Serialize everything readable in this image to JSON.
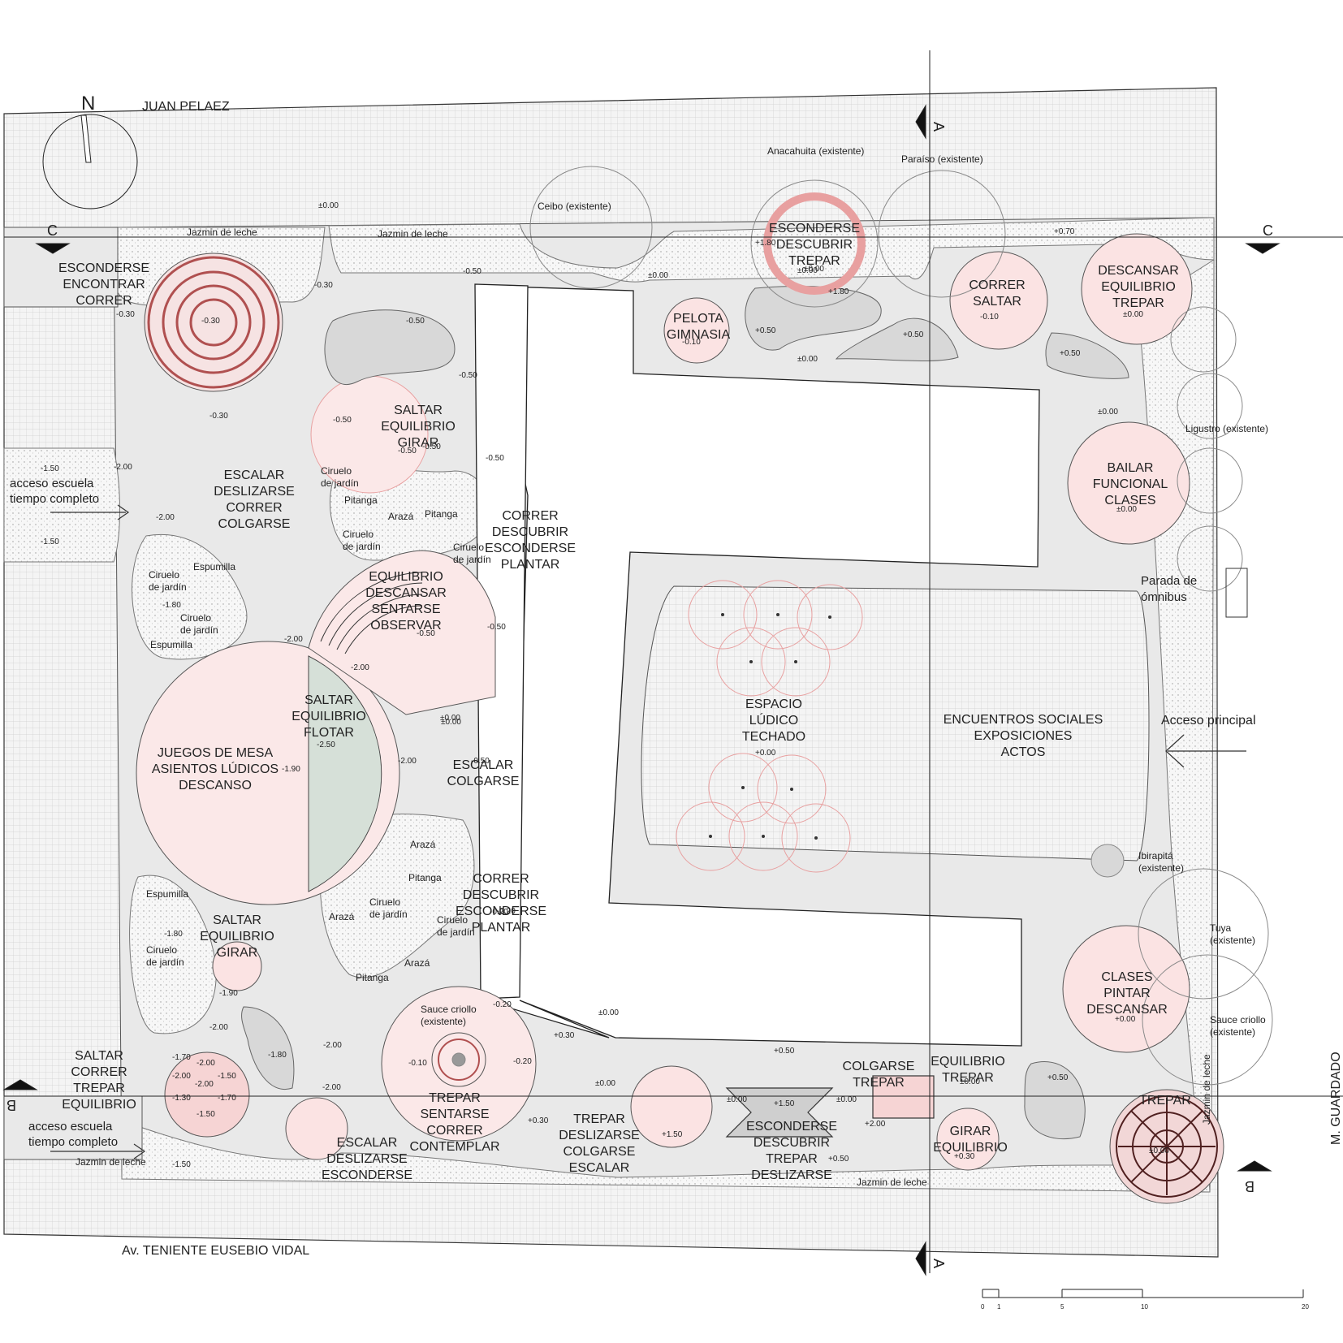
{
  "streets": {
    "north": "JUAN PELAEZ",
    "south": "Av. TENIENTE EUSEBIO VIDAL",
    "east": "M. GUARDADO"
  },
  "north_arrow": "N",
  "section_marks": {
    "a": "A",
    "b": "B",
    "c": "C"
  },
  "access_labels": {
    "school_1": [
      "acceso escuela",
      "tiempo completo"
    ],
    "school_2": [
      "acceso escuela",
      "tiempo completo"
    ],
    "main": "Acceso principal",
    "bus": [
      "Parada de",
      "ómnibus"
    ]
  },
  "activities": {
    "a1": [
      "ESCONDERSE",
      "ENCONTRAR",
      "CORRER"
    ],
    "a2": [
      "ESCALAR",
      "DESLIZARSE",
      "CORRER",
      "COLGARSE"
    ],
    "a3": [
      "SALTAR",
      "EQUILIBRIO",
      "GIRAR"
    ],
    "a4": [
      "EQUILIBRIO",
      "DESCANSAR",
      "SENTARSE",
      "OBSERVAR"
    ],
    "a5": [
      "SALTAR",
      "EQUILIBRIO",
      "FLOTAR"
    ],
    "a6": [
      "JUEGOS DE MESA",
      "ASIENTOS LÚDICOS",
      "DESCANSO"
    ],
    "a7": [
      "ESCALAR",
      "COLGARSE"
    ],
    "a8": [
      "CORRER",
      "DESCUBRIR",
      "ESCONDERSE",
      "PLANTAR"
    ],
    "a9": [
      "CORRER",
      "DESCUBRIR",
      "ESCONDERSE",
      "PLANTAR"
    ],
    "a10": [
      "SALTAR",
      "EQUILIBRIO",
      "GIRAR"
    ],
    "a11": [
      "SALTAR",
      "CORRER",
      "TREPAR",
      "EQUILIBRIO"
    ],
    "a12": [
      "ESCALAR",
      "DESLIZARSE",
      "ESCONDERSE"
    ],
    "a13": [
      "TREPAR",
      "SENTARSE",
      "CORRER",
      "CONTEMPLAR"
    ],
    "a14": [
      "TREPAR",
      "DESLIZARSE",
      "COLGARSE",
      "ESCALAR"
    ],
    "a15": [
      "ESCONDERSE",
      "DESCUBRIR",
      "TREPAR",
      "DESLIZARSE"
    ],
    "a16": [
      "COLGARSE",
      "TREPAR"
    ],
    "a17": [
      "EQUILIBRIO",
      "TREPAR"
    ],
    "a18": [
      "GIRAR",
      "EQUILIBRIO"
    ],
    "a19": [
      "TREPAR"
    ],
    "a20": [
      "CLASES",
      "PINTAR",
      "DESCANSAR"
    ],
    "a21": [
      "BAILAR",
      "FUNCIONAL",
      "CLASES"
    ],
    "a22": [
      "DESCANSAR",
      "EQUILIBRIO",
      "TREPAR"
    ],
    "a23": [
      "CORRER",
      "SALTAR"
    ],
    "a24": [
      "ESCONDERSE",
      "DESCUBRIR",
      "TREPAR"
    ],
    "a25": [
      "PELOTA",
      "GIMNASIA"
    ],
    "a26": [
      "ESPACIO",
      "LÚDICO",
      "TECHADO"
    ],
    "a27": [
      "ENCUENTROS SOCIALES",
      "EXPOSICIONES",
      "ACTOS"
    ]
  },
  "trees": {
    "anacahuita": "Anacahuita (existente)",
    "paraiso": "Paraíso (existente)",
    "ceibo": "Ceibo (existente)",
    "ligustro": "Ligustro (existente)",
    "ibirapita": [
      "Ibirapitá",
      "(existente)"
    ],
    "tuya": [
      "Tuya",
      "(existente)"
    ],
    "sauce_e": [
      "Sauce criollo",
      "(existente)"
    ],
    "sauce_c": [
      "Sauce criollo",
      "(existente)"
    ],
    "jazmin": "Jazmin de leche",
    "jazmin_v": "Jazmin de leche",
    "ciruelo": [
      "Ciruelo",
      "de jardín"
    ],
    "pitanga": "Pitanga",
    "araza": "Arazá",
    "espumilla": "Espumilla"
  },
  "levels": {
    "l01": "±0.00",
    "l02": "-0.30",
    "l03": "-0.30",
    "l04": "-0.30",
    "l05": "-0.30",
    "l06": "-0.50",
    "l07": "-0.50",
    "l08": "-0.50",
    "l09": "-0.50",
    "l10": "-0.50",
    "l11": "-0.50",
    "l12": "-0.50",
    "l13": "-1.50",
    "l14": "-1.50",
    "l15": "-2.00",
    "l16": "-2.00",
    "l17": "-1.80",
    "l18": "-2.00",
    "l19": "-2.00",
    "l20": "-2.50",
    "l21": "-1.90",
    "l22": "-2.00",
    "l23": "-0.50",
    "l24": "±0.00",
    "l25": "-0.50",
    "l26": "-0.20",
    "l27": "-1.80",
    "l28": "-1.90",
    "l29": "-2.00",
    "l30": "-1.80",
    "l31": "-2.00",
    "l32": "-2.00",
    "l33": "-1.50",
    "l34": "-0.10",
    "l35": "-0.20",
    "l36": "-0.20",
    "l37": "±0.00",
    "l38": "+0.30",
    "l39": "+0.30",
    "l40": "±0.00",
    "l41": "+1.50",
    "l42": "±0.00",
    "l43": "+1.50",
    "l44": "±0.00",
    "l45": "+2.00",
    "l46": "+0.50",
    "l47": "+0.50",
    "l48": "±0.00",
    "l49": "+0.30",
    "l50": "+0.50",
    "l51": "±0.00",
    "l52": "+0.00",
    "l53": "±0.00",
    "l54": "±0.00",
    "l55": "±0.00",
    "l56": "+0.00",
    "l57": "+0.50",
    "l58": "±0.00",
    "l59": "-0.10",
    "l60": "+0.70",
    "l61": "±0.00",
    "l62": "+0.50",
    "l63": "+0.50",
    "l64": "±0.00",
    "l65": "+1.80",
    "l66": "±0.00",
    "l67": "+1.80",
    "l68": "-0.10",
    "l69": "±0.00",
    "l70": "-0.50",
    "l71": "-0.20"
  },
  "maze_levels": [
    "-1.70",
    "-2.00",
    "-2.00",
    "-1.50",
    "-2.00",
    "-1.30",
    "-1.70",
    "-1.50"
  ],
  "scale_bar": [
    "0",
    "1",
    "5",
    "10",
    "20"
  ]
}
